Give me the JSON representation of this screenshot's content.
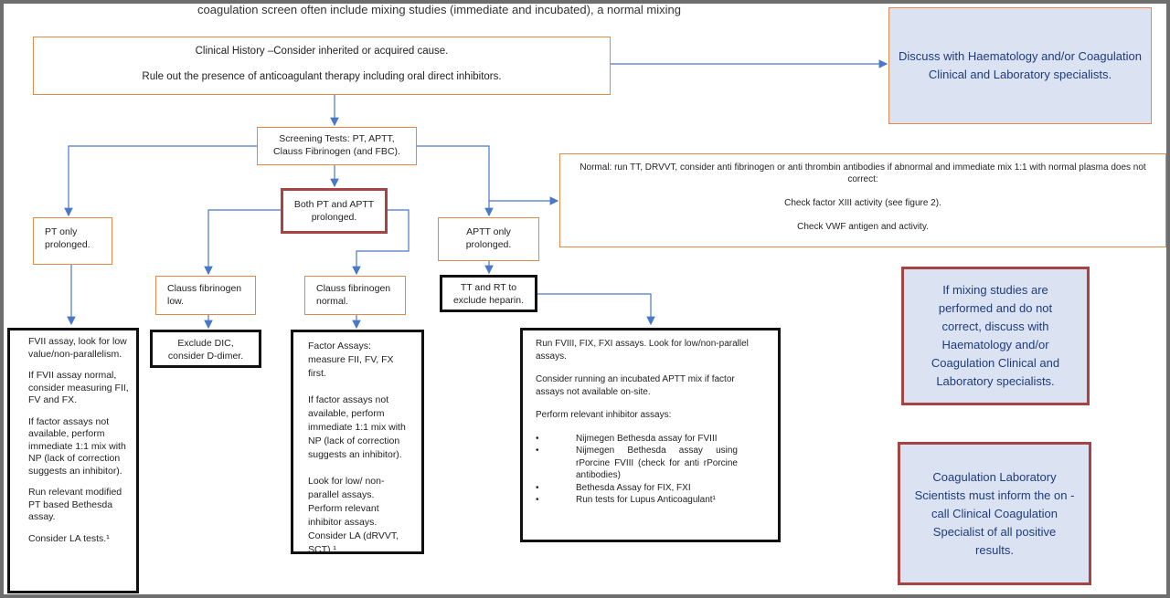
{
  "cut_text": "coagulation screen often include mixing studies (immediate and incubated), a normal mixing",
  "clinical_history": {
    "line1": "Clinical History –Consider inherited or acquired cause.",
    "line2": "Rule out the presence of anticoagulant therapy including oral direct inhibitors."
  },
  "discuss": "Discuss with Haematology and/or Coagulation Clinical and Laboratory specialists.",
  "screening": "Screening Tests: PT, APTT, Clauss Fibrinogen (and FBC).",
  "both_prolonged": "Both PT and APTT prolonged.",
  "pt_only": "PT only prolonged.",
  "aptt_only": "APTT only prolonged.",
  "normal": {
    "line1": "Normal: run TT, DRVVT, consider anti fibrinogen or anti thrombin antibodies if abnormal and immediate mix 1:1 with normal plasma does not correct:",
    "line2": "Check factor XIII activity (see figure 2).",
    "line3": "Check VWF antigen and activity."
  },
  "clauss_low": "Clauss fibrinogen low.",
  "clauss_normal": "Clauss fibrinogen normal.",
  "tt_rt": "TT and RT to exclude heparin.",
  "exclude_dic": "Exclude DIC, consider D-dimer.",
  "fvii_box": [
    "FVII assay, look for low value/non-parallelism.",
    "If FVII assay normal, consider measuring FII, FV and FX.",
    "If factor assays not available, perform immediate 1:1 mix with NP (lack of correction suggests an inhibitor).",
    "Run relevant modified PT based Bethesda assay.",
    "Consider LA tests.¹"
  ],
  "factor_box": [
    "Factor Assays: measure FII, FV, FX first.",
    "If factor assays not available, perform immediate 1:1 mix with NP (lack of correction suggests an inhibitor).",
    "Look for low/ non-parallel assays. Perform relevant inhibitor assays. Consider LA (dRVVT, SCT).¹"
  ],
  "fviii_box": {
    "paras": [
      "Run FVIII, FIX, FXI assays. Look for low/non-parallel assays.",
      "Consider running an incubated APTT mix if factor assays not available on-site.",
      "Perform relevant inhibitor assays:"
    ],
    "bullets": [
      "Nijmegen Bethesda assay for FVIII",
      "Nijmegen Bethesda assay using rPorcine FVIII (check for anti rPorcine antibodies)",
      "Bethesda Assay for FIX, FXI",
      "Run tests for Lupus Anticoagulant¹"
    ]
  },
  "mixing_note": "If mixing studies are performed and do not correct, discuss with Haematology and/or Coagulation Clinical and Laboratory specialists.",
  "lab_note": "Coagulation Laboratory Scientists must inform the on -call Clinical Coagulation Specialist of all positive results.",
  "colors": {
    "orange_border": "#e0894a",
    "red_border": "#a64444",
    "note_fill": "#dbe3f3",
    "note_text": "#1f3b7c",
    "connector": "#4a78c8"
  }
}
